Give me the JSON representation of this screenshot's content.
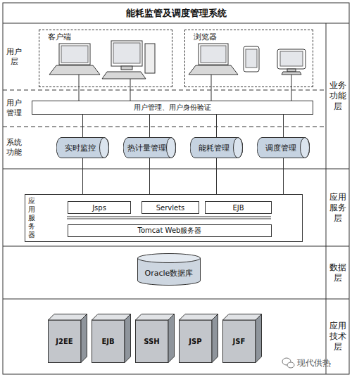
{
  "diagram": {
    "title": "能耗监管及调度管理系统",
    "nodes": [
      {
        "text": [
          "业务功能层"
        ]
      },
      {
        "text": [
          "用户层"
        ],
        "in": 0
      },
      {
        "text": [
          "客户端"
        ],
        "in": 1
      },
      {
        "text": [
          "浏览器"
        ],
        "in": 1
      },
      {
        "text": [
          "用户管理"
        ],
        "in": 0
      },
      {
        "text": [
          "用户管理、用户身份验证"
        ],
        "in": 4
      },
      {
        "text": [
          "系统功能"
        ],
        "in": 0
      },
      {
        "text": [
          "实时监控"
        ],
        "in": 6
      },
      {
        "text": [
          "热计量管理"
        ],
        "in": 6
      },
      {
        "text": [
          "能耗管理"
        ],
        "in": 6
      },
      {
        "text": [
          "调度管理"
        ],
        "in": 6
      },
      {
        "text": [
          "应用服务层"
        ]
      },
      {
        "text": [
          "应用服务器"
        ],
        "in": 11
      },
      {
        "text": [
          "Jsps"
        ],
        "in": 12
      },
      {
        "text": [
          "Servlets"
        ],
        "in": 12
      },
      {
        "text": [
          "EJB"
        ],
        "in": 12
      },
      {
        "text": [
          "Tomcat Web服务器"
        ],
        "in": 12
      },
      {
        "text": [
          "数据层"
        ]
      },
      {
        "text": [
          "Oracle数据库"
        ],
        "in": 17
      },
      {
        "text": [
          "应用技术层"
        ]
      },
      {
        "text": [
          "J2EE"
        ],
        "in": 19
      },
      {
        "text": [
          "EJB"
        ],
        "in": 19
      },
      {
        "text": [
          "SSH"
        ],
        "in": 19
      },
      {
        "text": [
          "JSP"
        ],
        "in": 19
      },
      {
        "text": [
          "JSF"
        ],
        "in": 19
      }
    ],
    "edges": [
      {
        "from": 2,
        "to": 5,
        "arrow": "none"
      },
      {
        "from": 2,
        "to": 5,
        "arrow": "none"
      },
      {
        "from": 3,
        "to": 5,
        "arrow": "none"
      },
      {
        "from": 3,
        "to": 5,
        "arrow": "none"
      },
      {
        "from": 5,
        "to": 7,
        "arrow": "none"
      },
      {
        "from": 5,
        "to": 8,
        "arrow": "none"
      },
      {
        "from": 5,
        "to": 9,
        "arrow": "none"
      },
      {
        "from": 5,
        "to": 10,
        "arrow": "none"
      },
      {
        "from": 7,
        "to": 12,
        "arrow": "none"
      },
      {
        "from": 8,
        "to": 12,
        "arrow": "none"
      },
      {
        "from": 9,
        "to": 12,
        "arrow": "none"
      },
      {
        "from": 10,
        "to": 12,
        "arrow": "none"
      }
    ],
    "labels": [
      "现代供热"
    ]
  }
}
